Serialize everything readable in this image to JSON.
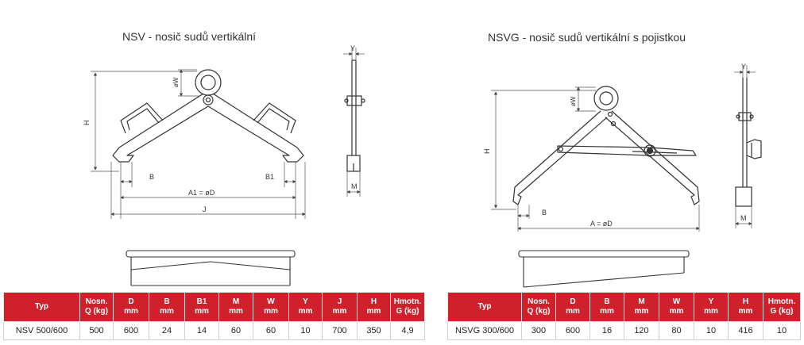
{
  "left": {
    "title": "NSV - nosič sudů vertikální",
    "dims": {
      "w": "øW",
      "h": "H",
      "b": "B",
      "b1": "B1",
      "a1": "A1 = øD",
      "j": "J",
      "y": "Y",
      "m": "M"
    },
    "table": {
      "headers": [
        [
          "Typ",
          ""
        ],
        [
          "Nosn.",
          "Q (kg)"
        ],
        [
          "D",
          "mm"
        ],
        [
          "B",
          "mm"
        ],
        [
          "B1",
          "mm"
        ],
        [
          "M",
          "mm"
        ],
        [
          "W",
          "mm"
        ],
        [
          "Y",
          "mm"
        ],
        [
          "J",
          "mm"
        ],
        [
          "H",
          "mm"
        ],
        [
          "Hmotn.",
          "G (kg)"
        ]
      ],
      "row": [
        "NSV 500/600",
        "500",
        "600",
        "24",
        "14",
        "60",
        "60",
        "10",
        "700",
        "350",
        "4,9"
      ]
    }
  },
  "right": {
    "title": "NSVG - nosič sudů vertikální s pojistkou",
    "dims": {
      "w": "øW",
      "h": "H",
      "b": "B",
      "a": "A  =  øD",
      "y": "Y",
      "m": "M"
    },
    "table": {
      "headers": [
        [
          "Typ",
          ""
        ],
        [
          "Nosn.",
          "Q (kg)"
        ],
        [
          "D",
          "mm"
        ],
        [
          "B",
          "mm"
        ],
        [
          "M",
          "mm"
        ],
        [
          "W",
          "mm"
        ],
        [
          "Y",
          "mm"
        ],
        [
          "H",
          "mm"
        ],
        [
          "Hmotn.",
          "G (kg)"
        ]
      ],
      "row": [
        "NSVG 300/600",
        "300",
        "600",
        "16",
        "120",
        "80",
        "10",
        "416",
        "10"
      ]
    }
  }
}
